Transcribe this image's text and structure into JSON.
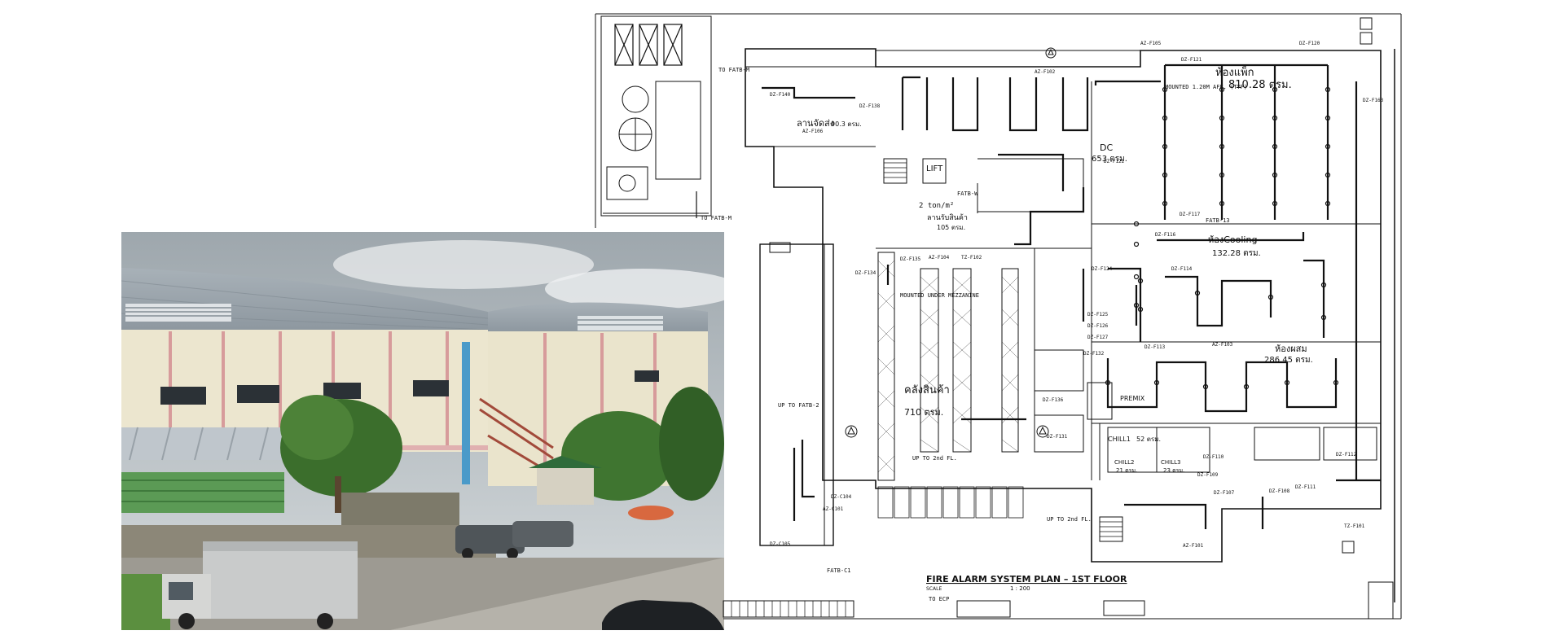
{
  "plan": {
    "title": "FIRE ALARM SYSTEM PLAN – 1ST FLOOR",
    "scale_label": "SCALE",
    "scale_value": "1 : 200",
    "rooms": [
      {
        "name": "ห้องแพ็ก",
        "area": "810.28 ตรม."
      },
      {
        "name": "DC",
        "area": "653 ตรม."
      },
      {
        "name": "ห้องCooling",
        "area": "132.28 ตรม."
      },
      {
        "name": "ห้องผสม",
        "area": "286.45 ตรม."
      },
      {
        "name": "คลังสินค้า",
        "area": "710 ตรม."
      },
      {
        "name": "ลานจัดส่ง",
        "area": "90.3 ตรม."
      },
      {
        "name": "ลานรับสินค้า",
        "area": "105 ตรม."
      },
      {
        "name": "LIFT",
        "area": ""
      },
      {
        "name": "CHILL1",
        "area": "52 ตรม."
      },
      {
        "name": "CHILL2",
        "area": "21 ตรม."
      },
      {
        "name": "CHILL3",
        "area": "23 ตรม."
      },
      {
        "name": "PREMIX",
        "area": ""
      }
    ],
    "notes": {
      "to_fatb_m_top": "TO FATB-M",
      "to_fatb_m_bottom": "TO FATB-M",
      "up_to_fatb2": "UP TO FATB-2",
      "up_to_2nd_a": "UP TO 2nd FL.",
      "up_to_2nd_b": "UP TO 2nd FL.",
      "mounted_mezz": "MOUNTED UNDER MEZZANINE",
      "mounted_aff": "MOUNTED 1.20M AFF. (TYP)",
      "load": "2 ton/m²",
      "to_ecp": "TO ECP",
      "fatb_w": "FATB-W",
      "fatb_c1": "FATB-C1",
      "fatb_13": "FATB-13"
    },
    "devices": [
      "DZ-F140",
      "AZ-F106",
      "DZ-F138",
      "AZ-F102",
      "DZ-F122",
      "DZ-F117",
      "DZ-F116",
      "DZ-F114",
      "AZ-F103",
      "DZ-F113",
      "DZ-F110",
      "DZ-F109",
      "DZ-F107",
      "DZ-F108",
      "AZ-F101",
      "TZ-F101",
      "AZ-F104",
      "DZ-F135",
      "DZ-F134",
      "DZ-F136",
      "DZ-F131",
      "DZ-F124",
      "DZ-F125",
      "DZ-F126",
      "DZ-F127",
      "DZ-C104",
      "AZ-C101",
      "DZ-C105",
      "DZ-F132",
      "DZ-F120",
      "DZ-F121",
      "TZ-F102",
      "AZ-F105",
      "DZ-F112",
      "DZ-F111",
      "DZ-F163"
    ]
  }
}
